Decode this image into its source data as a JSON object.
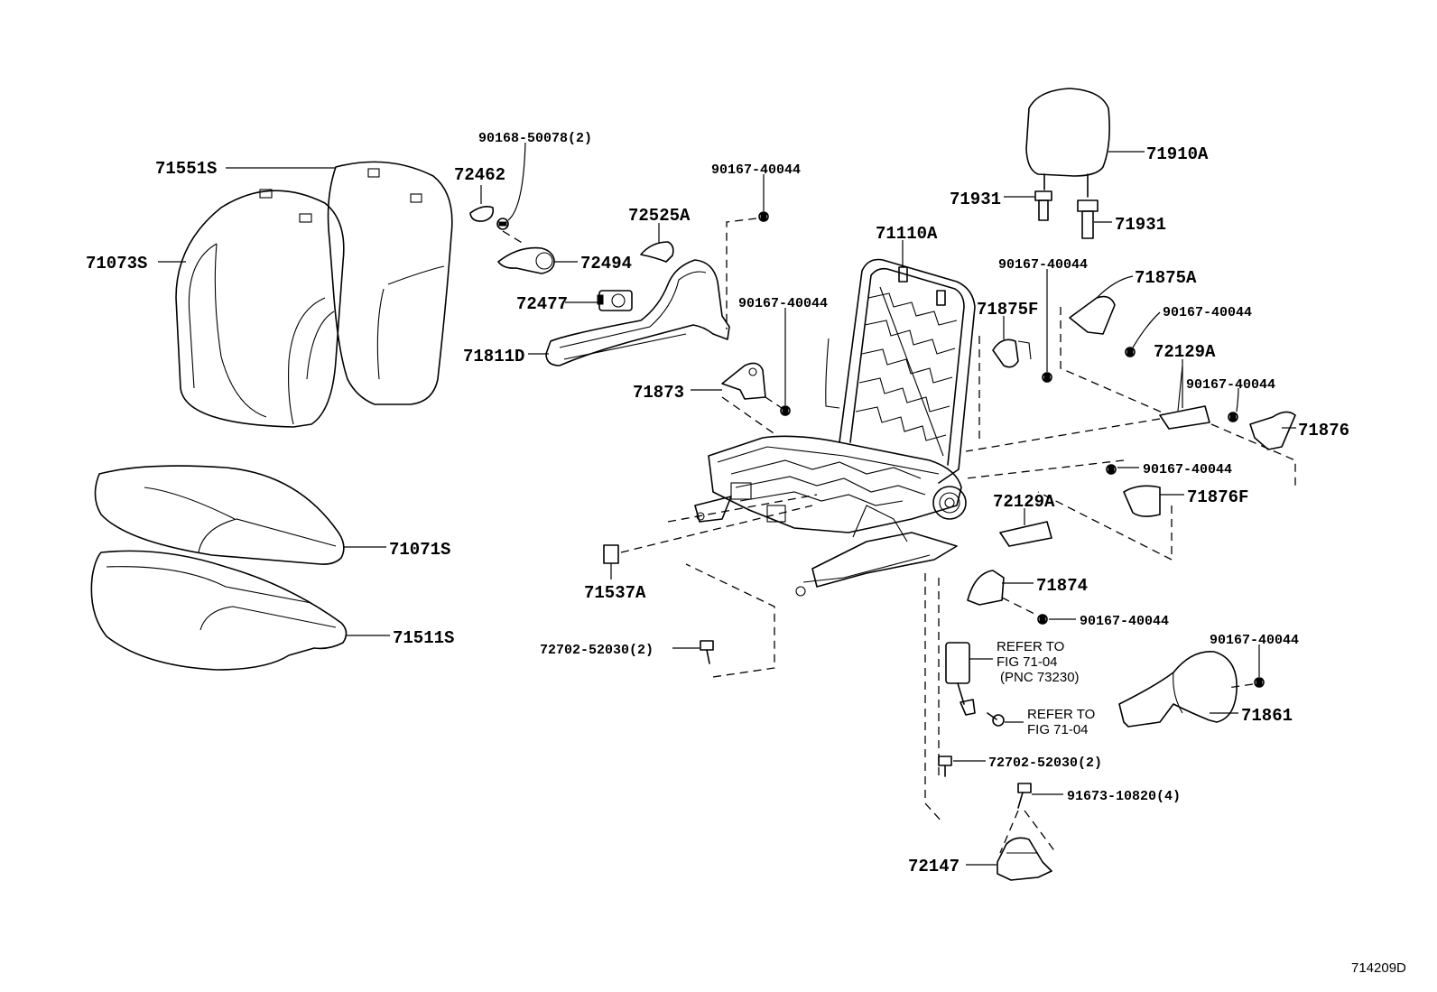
{
  "labels": {
    "p71551S": "71551S",
    "p71073S": "71073S",
    "p72462": "72462",
    "p90168_50078": "90168-50078(2)",
    "p72494": "72494",
    "p72477": "72477",
    "p72525A": "72525A",
    "p71811D": "71811D",
    "p90167_a": "90167-40044",
    "p90167_b": "90167-40044",
    "p71873": "71873",
    "p71110A": "71110A",
    "p71910A": "71910A",
    "p71931_a": "71931",
    "p71931_b": "71931",
    "p90167_c": "90167-40044",
    "p71875A": "71875A",
    "p71875F": "71875F",
    "p90167_d": "90167-40044",
    "p72129A_a": "72129A",
    "p90167_e": "90167-40044",
    "p71876": "71876",
    "p90167_f": "90167-40044",
    "p71876F": "71876F",
    "p72129A_b": "72129A",
    "p71874": "71874",
    "p90167_g": "90167-40044",
    "p71071S": "71071S",
    "p71511S": "71511S",
    "p71537A": "71537A",
    "p72702_a": "72702-52030(2)",
    "p90167_h": "90167-40044",
    "p71861": "71861",
    "p72702_b": "72702-52030(2)",
    "p91673": "91673-10820(4)",
    "p72147": "72147"
  },
  "notes": {
    "refer1_line1": "REFER TO",
    "refer1_line2": "FIG 71-04",
    "refer1_line3": "(PNC 73230)",
    "refer2_line1": "REFER TO",
    "refer2_line2": "FIG 71-04"
  },
  "figure_ref": "714209D"
}
